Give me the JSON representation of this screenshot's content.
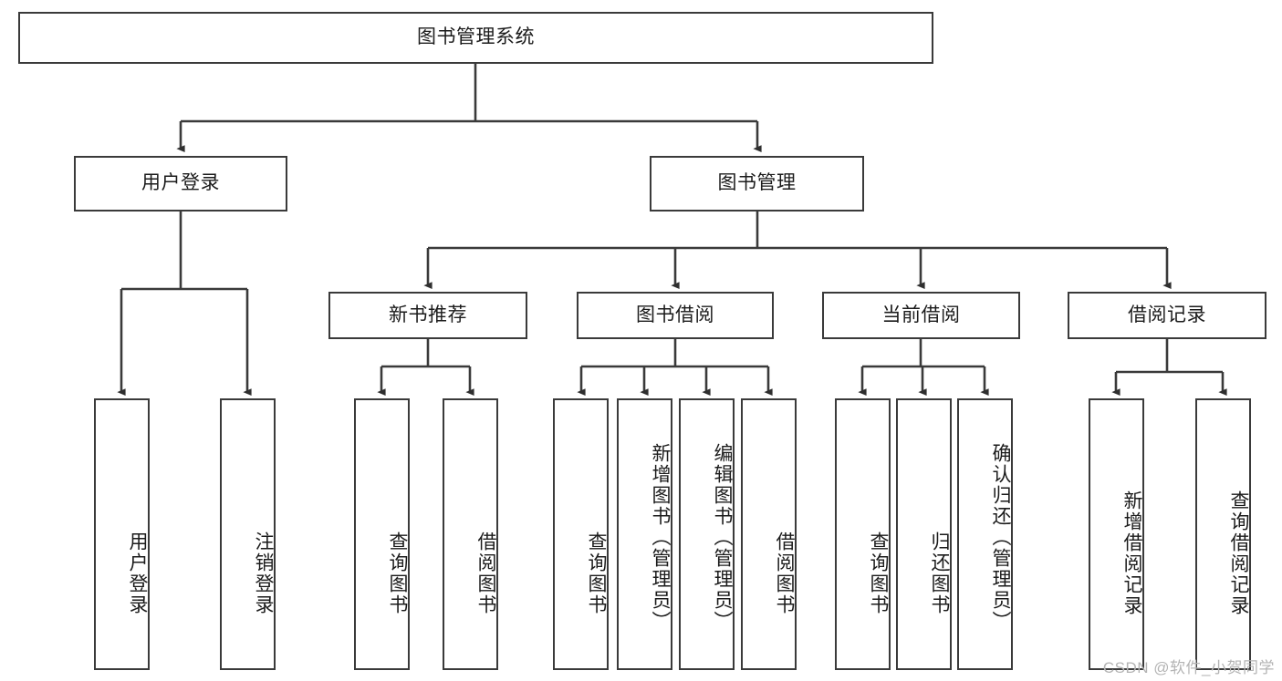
{
  "diagram": {
    "title": "图书管理系统",
    "type": "hierarchy-tree",
    "root": {
      "label": "图书管理系统"
    },
    "level2": [
      {
        "label": "用户登录"
      },
      {
        "label": "图书管理"
      }
    ],
    "level3": [
      {
        "label": "新书推荐"
      },
      {
        "label": "图书借阅"
      },
      {
        "label": "当前借阅"
      },
      {
        "label": "借阅记录"
      }
    ],
    "leaves": {
      "user_login": [
        {
          "label": "用户登录"
        },
        {
          "label": "注销登录"
        }
      ],
      "new_book_recommend": [
        {
          "label": "查询图书"
        },
        {
          "label": "借阅图书"
        }
      ],
      "book_borrow": [
        {
          "label": "查询图书"
        },
        {
          "label": "新增图书（管理员）"
        },
        {
          "label": "编辑图书（管理员）"
        },
        {
          "label": "借阅图书"
        }
      ],
      "current_borrow": [
        {
          "label": "查询图书"
        },
        {
          "label": "归还图书"
        },
        {
          "label": "确认归还（管理员）"
        }
      ],
      "borrow_record": [
        {
          "label": "新增借阅记录"
        },
        {
          "label": "查询借阅记录"
        }
      ]
    }
  },
  "watermark": {
    "text": "CSDN @软件_小贺同学"
  },
  "colors": {
    "stroke": "#3a3a3a",
    "background": "#ffffff",
    "text": "#1b1b1b",
    "watermark": "#b4b4b4"
  }
}
